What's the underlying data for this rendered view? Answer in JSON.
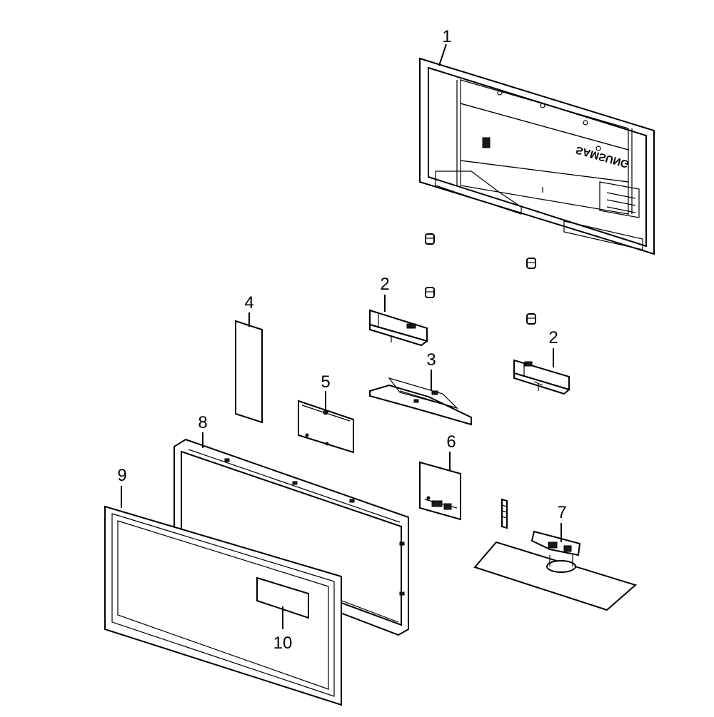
{
  "diagram": {
    "callouts": {
      "c1": "1",
      "c2a": "2",
      "c2b": "2",
      "c3": "3",
      "c4": "4",
      "c5": "5",
      "c6": "6",
      "c7": "7",
      "c8": "8",
      "c9": "9",
      "c10": "10"
    },
    "brand_mark": "SAMSUNG"
  }
}
